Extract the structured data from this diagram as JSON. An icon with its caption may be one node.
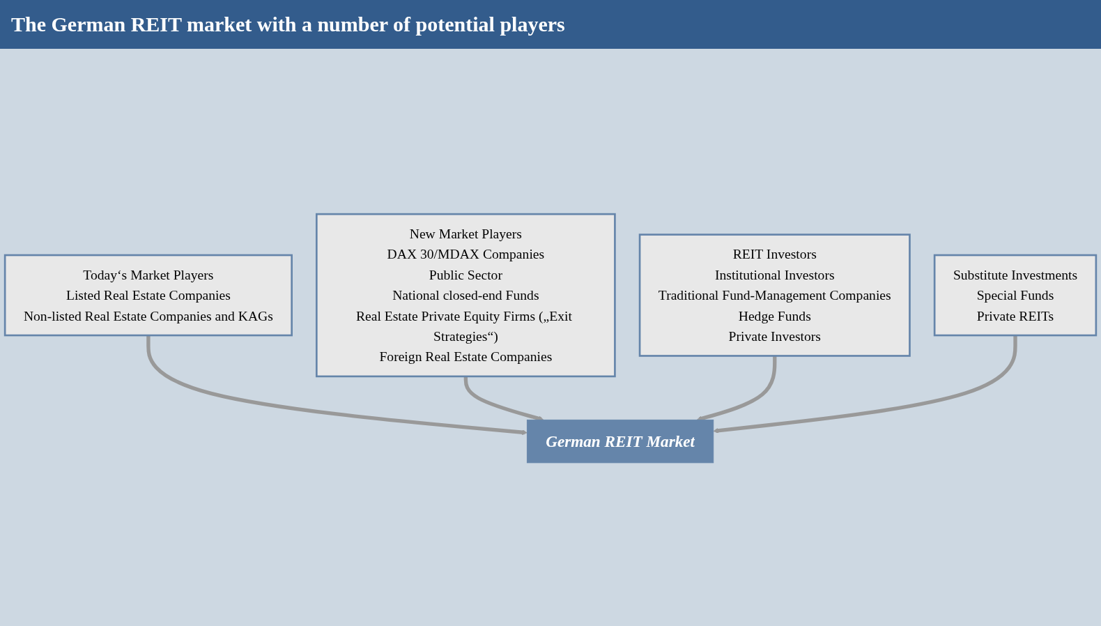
{
  "diagram": {
    "title": "The German REIT market with a number of potential players",
    "nodes": [
      {
        "text": [
          "Today‘s Market Players",
          "Listed Real Estate Companies",
          "Non-listed Real Estate Companies and KAGs"
        ]
      },
      {
        "text": [
          "New Market Players",
          "DAX 30/MDAX Companies",
          "Public Sector",
          "National closed-end Funds",
          "Real Estate Private Equity Firms („Exit Strategies“)",
          "Foreign Real Estate Companies"
        ]
      },
      {
        "text": [
          "German REIT Market"
        ]
      },
      {
        "text": [
          "REIT Investors",
          "Institutional Investors",
          "Traditional Fund-Management Companies",
          "Hedge Funds",
          "Private Investors"
        ]
      },
      {
        "text": [
          "Substitute Investments",
          "Special Funds",
          "Private REITs"
        ]
      }
    ],
    "edges": [
      {
        "from": 0,
        "to": 2,
        "arrow": "to"
      },
      {
        "from": 1,
        "to": 2,
        "arrow": "to"
      },
      {
        "from": 3,
        "to": 2,
        "arrow": "to"
      },
      {
        "from": 4,
        "to": 2,
        "arrow": "to"
      }
    ]
  }
}
